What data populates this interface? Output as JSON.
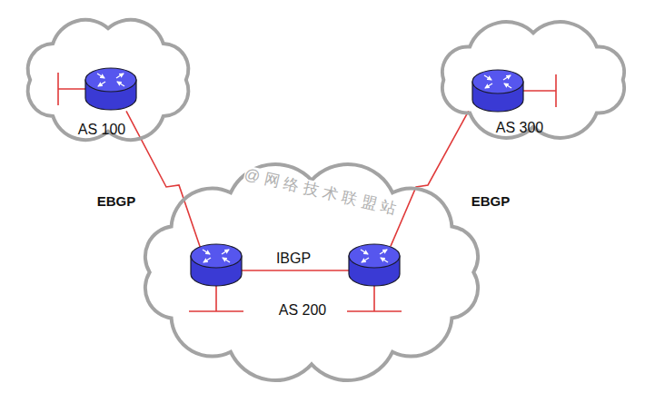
{
  "diagram": {
    "nodes": [
      {
        "text": [
          "AS 100"
        ]
      },
      {
        "text": [
          "AS 300"
        ]
      },
      {
        "text": [
          "AS 200"
        ]
      }
    ],
    "edges": [
      {
        "from": 0,
        "to": 2,
        "arrow": "none",
        "label": "EBGP"
      },
      {
        "from": 1,
        "to": 2,
        "arrow": "none",
        "label": "EBGP"
      }
    ],
    "labels": [
      "IBGP",
      "@网络技术联盟站"
    ]
  }
}
